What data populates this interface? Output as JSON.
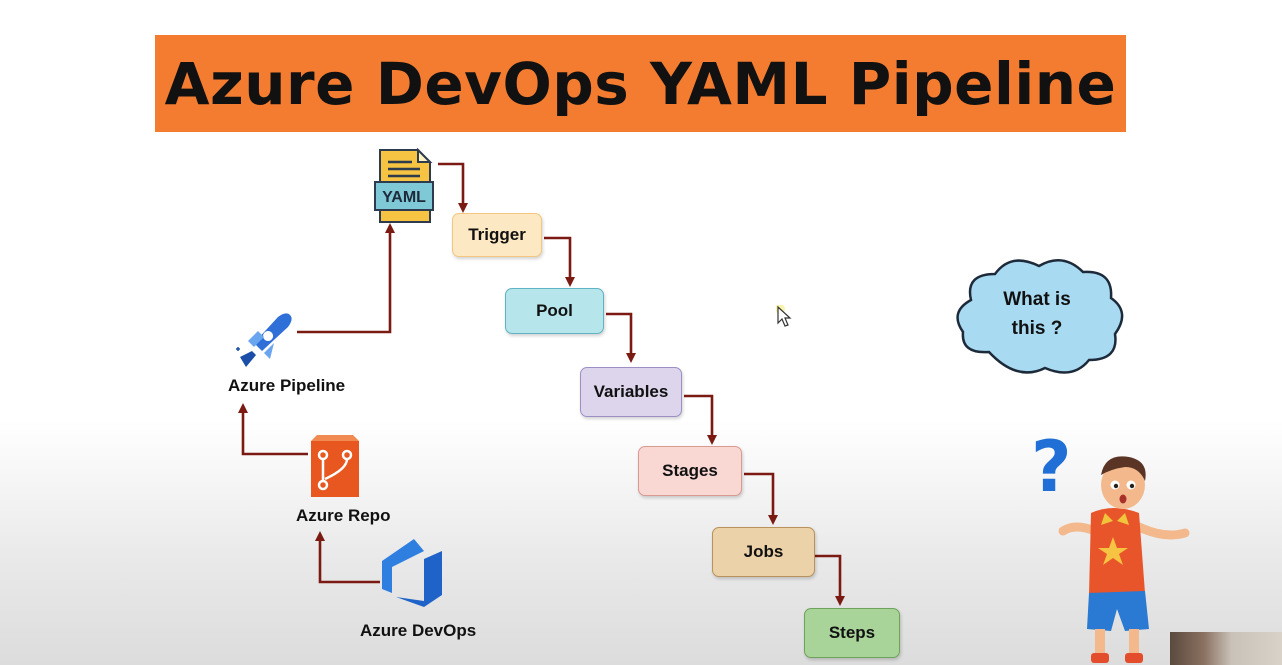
{
  "title": "Azure DevOps YAML Pipeline",
  "colors": {
    "banner": "#f47c30",
    "arrow": "#7a1a12",
    "trigger": "#fde8c4",
    "pool": "#b6e6ec",
    "variables": "#dcd5ec",
    "stages": "#f9d8d4",
    "jobs": "#ecd2a8",
    "steps": "#a8d49a",
    "cloud": "#a8daf2"
  },
  "yaml_icon": {
    "name": "yaml-file-icon",
    "label": "YAML"
  },
  "sources": [
    {
      "id": "azure-pipeline",
      "label": "Azure Pipeline",
      "icon": "azure-pipelines-rocket-icon"
    },
    {
      "id": "azure-repo",
      "label": "Azure Repo",
      "icon": "azure-repos-branch-icon"
    },
    {
      "id": "azure-devops",
      "label": "Azure DevOps",
      "icon": "azure-devops-logo-icon"
    }
  ],
  "steps": [
    {
      "id": "trigger",
      "label": "Trigger"
    },
    {
      "id": "pool",
      "label": "Pool"
    },
    {
      "id": "variables",
      "label": "Variables"
    },
    {
      "id": "stages",
      "label": "Stages"
    },
    {
      "id": "jobs",
      "label": "Jobs"
    },
    {
      "id": "steps",
      "label": "Steps"
    }
  ],
  "cloud": {
    "line1": "What is",
    "line2": "this ?"
  },
  "decorations": {
    "question_mark": "?",
    "character": "confused-boy-illustration",
    "cursor": "mouse-pointer-icon"
  }
}
